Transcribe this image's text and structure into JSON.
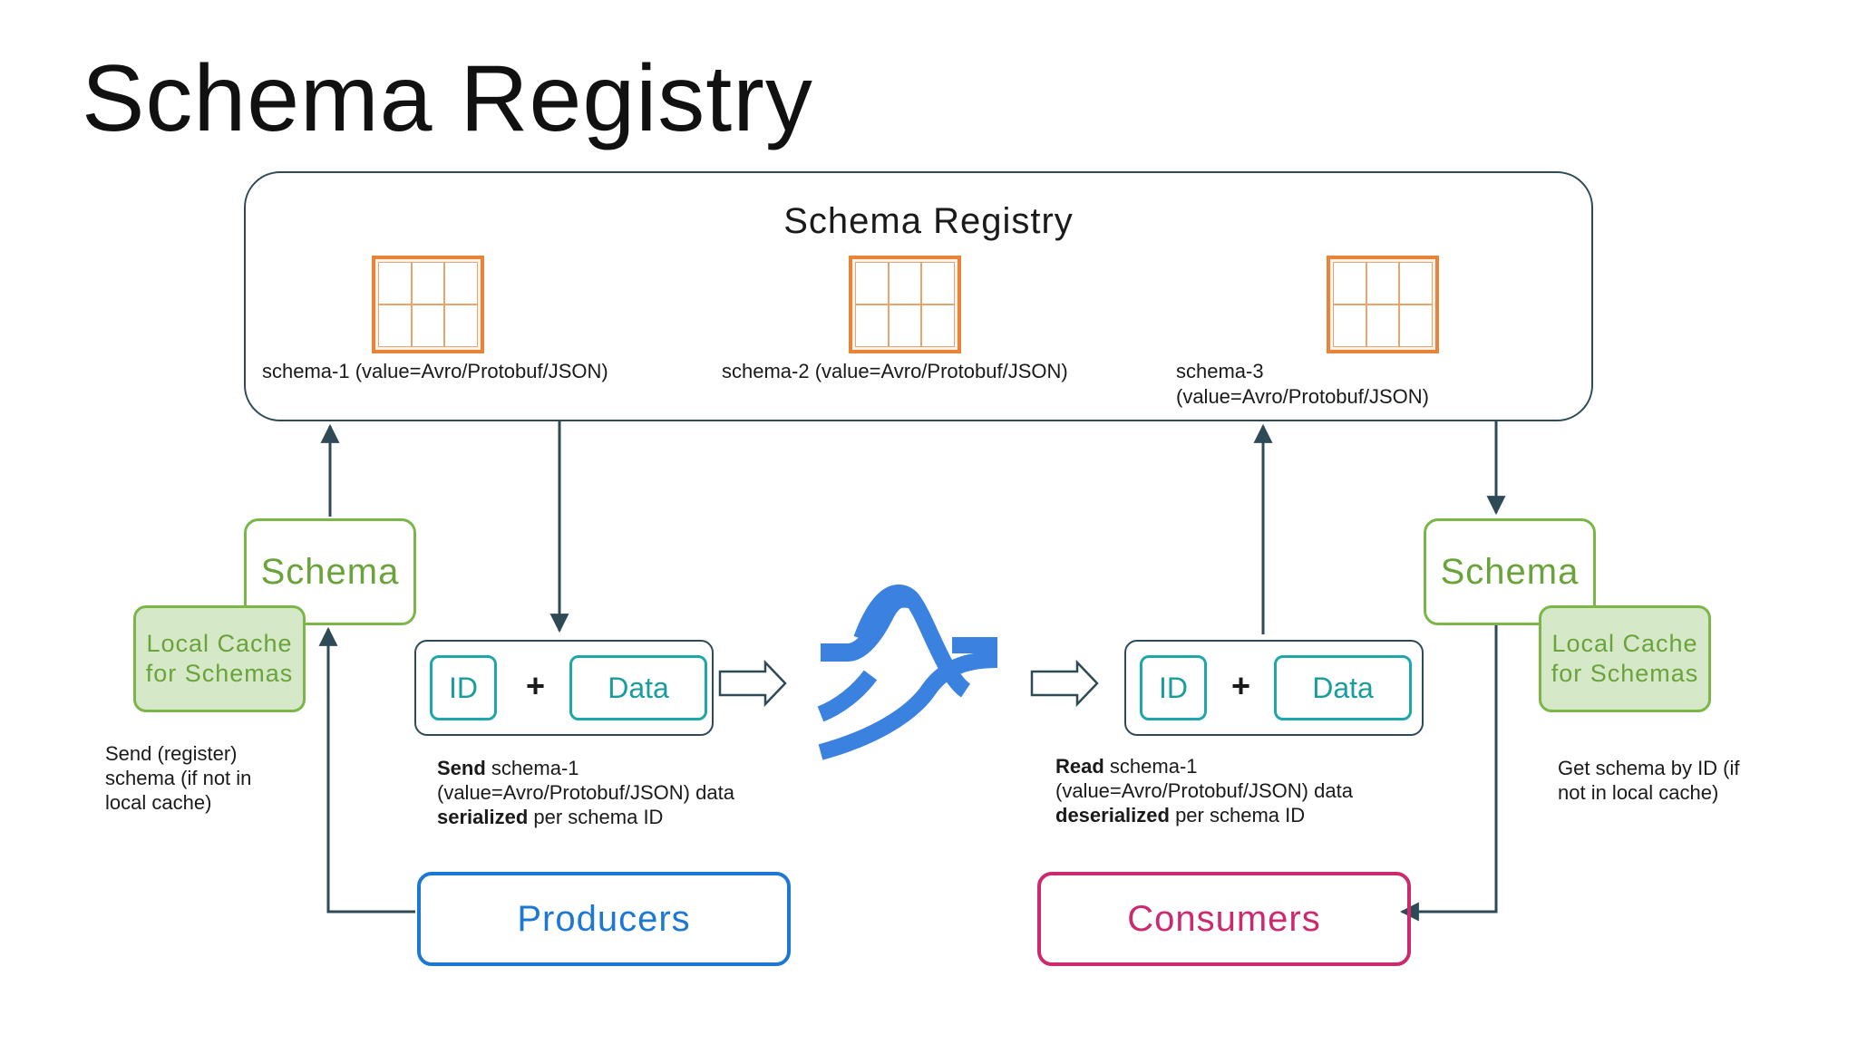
{
  "page": {
    "title": "Schema Registry"
  },
  "registry": {
    "title": "Schema Registry",
    "schemas": [
      {
        "label": "schema-1 (value=Avro/Protobuf/JSON)"
      },
      {
        "label": "schema-2 (value=Avro/Protobuf/JSON)"
      },
      {
        "label_line1": "schema-3",
        "label_line2": "(value=Avro/Protobuf/JSON)"
      }
    ]
  },
  "producer_side": {
    "schema_label": "Schema",
    "cache_line1": "Local Cache",
    "cache_line2": "for Schemas",
    "note_lines": [
      "Send (register)",
      "schema (if not in",
      "local cache)"
    ],
    "message": {
      "id": "ID",
      "plus": "+",
      "data": "Data"
    },
    "desc": {
      "bold1": "Send",
      "line1_rest": " schema-1",
      "line2": "(value=Avro/Protobuf/JSON) data",
      "bold3": "serialized",
      "line3_rest": " per schema ID"
    },
    "client_label": "Producers"
  },
  "consumer_side": {
    "schema_label": "Schema",
    "cache_line1": "Local Cache",
    "cache_line2": "for Schemas",
    "note_lines": [
      "Get schema by ID (if",
      "not in local cache)"
    ],
    "message": {
      "id": "ID",
      "plus": "+",
      "data": "Data"
    },
    "desc": {
      "bold1": "Read",
      "line1_rest": " schema-1",
      "line2": "(value=Avro/Protobuf/JSON) data",
      "bold3": "deserialized",
      "line3_rest": " per schema ID"
    },
    "client_label": "Consumers"
  },
  "colors": {
    "registry_border": "#2f4a57",
    "schema_green": "#7ab648",
    "cache_fill": "#d5e8c8",
    "table_orange": "#e8833a",
    "message_teal": "#1ea7a8",
    "producers_blue": "#1d78d4",
    "consumers_pink": "#cc2a6f",
    "kafka_logo_blue": "#3b82e0",
    "arrow_dark": "#2f4a57"
  },
  "icons": [
    "table-icon",
    "kafka-logo-icon",
    "hollow-right-arrow-icon"
  ]
}
